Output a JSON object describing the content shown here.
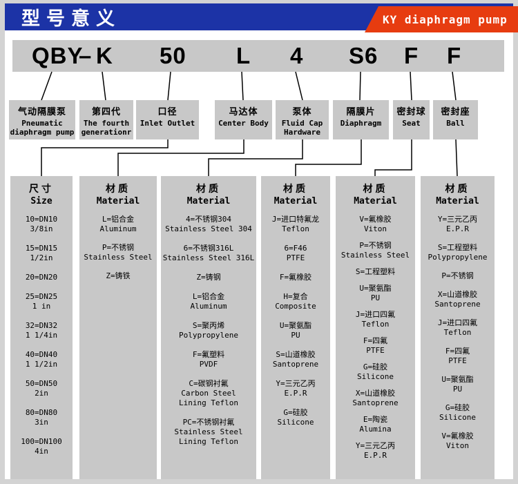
{
  "header": {
    "title": "型号意义",
    "banner": "KY diaphragm pump"
  },
  "colors": {
    "header_bar": "#1c33a6",
    "banner": "#e73c10",
    "panel_gray": "#c8c8c8",
    "text": "#000000"
  },
  "model": {
    "segments": [
      "QBY",
      "–",
      "K",
      "50",
      "L",
      "4",
      "S6",
      "F",
      "F"
    ]
  },
  "labels": [
    {
      "cn": "气动隔膜泵",
      "en": [
        "Pneumatic",
        "diaphragm pump"
      ]
    },
    {
      "cn": "第四代",
      "en": [
        "The fourth",
        "generationr"
      ]
    },
    {
      "cn": "口径",
      "en": [
        "Inlet Outlet"
      ]
    },
    {
      "cn": "马达体",
      "en": [
        "Center Body"
      ]
    },
    {
      "cn": "泵体",
      "en": [
        "Fluid Cap",
        "Hardware"
      ]
    },
    {
      "cn": "隔膜片",
      "en": [
        "Diaphragm"
      ]
    },
    {
      "cn": "密封球",
      "en": [
        "Seat"
      ]
    },
    {
      "cn": "密封座",
      "en": [
        "Ball"
      ]
    }
  ],
  "columns": [
    {
      "header": {
        "cn": "尺寸",
        "en": "Size"
      },
      "items": [
        [
          "10=DN10",
          "3/8in"
        ],
        [
          "15=DN15",
          "1/2in"
        ],
        [
          "20=DN20"
        ],
        [
          "25=DN25",
          "1 in"
        ],
        [
          "32=DN32",
          "1 1/4in"
        ],
        [
          "40=DN40",
          "1 1/2in"
        ],
        [
          "50=DN50",
          "2in"
        ],
        [
          "80=DN80",
          "3in"
        ],
        [
          "100=DN100",
          "4in"
        ]
      ]
    },
    {
      "header": {
        "cn": "材质",
        "en": "Material"
      },
      "items": [
        [
          "L=铝合金",
          "Aluminum"
        ],
        [
          "P=不锈钢",
          "Stainless Steel"
        ],
        [
          "Z=铸铁"
        ]
      ]
    },
    {
      "header": {
        "cn": "材质",
        "en": "Material"
      },
      "items": [
        [
          "4=不锈钢304",
          "Stainless Steel 304"
        ],
        [
          "6=不锈钢316L",
          "Stainless Steel 316L"
        ],
        [
          "Z=铸钢"
        ],
        [
          "L=铝合金",
          "Aluminum"
        ],
        [
          "S=聚丙烯",
          "Polypropylene"
        ],
        [
          "F=氟塑料",
          "PVDF"
        ],
        [
          "C=碳钢衬氟",
          "Carbon Steel",
          "Lining Teflon"
        ],
        [
          "PC=不锈钢衬氟",
          "Stainless Steel",
          "Lining Teflon"
        ]
      ]
    },
    {
      "header": {
        "cn": "材质",
        "en": "Material"
      },
      "items": [
        [
          "J=进口特氟龙",
          "Teflon"
        ],
        [
          "6=F46",
          "PTFE"
        ],
        [
          "F=氟橡胶"
        ],
        [
          "H=复合",
          "Composite"
        ],
        [
          "U=聚氨酯",
          "PU"
        ],
        [
          "S=山道橡胶",
          "Santoprene"
        ],
        [
          "Y=三元乙丙",
          "E.P.R"
        ],
        [
          "G=硅胶",
          "Silicone"
        ]
      ]
    },
    {
      "header": {
        "cn": "材质",
        "en": "Material"
      },
      "items": [
        [
          "V=氟橡胶",
          "Viton"
        ],
        [
          "P=不锈钢",
          "Stainless Steel"
        ],
        [
          "S=工程塑料"
        ],
        [
          "U=聚氨酯",
          "PU"
        ],
        [
          "J=进口四氟",
          "Teflon"
        ],
        [
          "F=四氟",
          "PTFE"
        ],
        [
          "G=硅胶",
          "Silicone"
        ],
        [
          "X=山道橡胶",
          "Santoprene"
        ],
        [
          "E=陶瓷",
          "Alumina"
        ],
        [
          "Y=三元乙丙",
          "E.P.R"
        ]
      ]
    },
    {
      "header": {
        "cn": "材质",
        "en": "Material"
      },
      "items": [
        [
          "Y=三元乙丙",
          "E.P.R"
        ],
        [
          "S=工程塑料",
          "Polypropylene"
        ],
        [
          "P=不锈钢"
        ],
        [
          "X=山道橡胶",
          "Santoprene"
        ],
        [
          "J=进口四氟",
          "Teflon"
        ],
        [
          "F=四氟",
          "PTFE"
        ],
        [
          "U=聚氨酯",
          "PU"
        ],
        [
          "G=硅胶",
          "Silicone"
        ],
        [
          "V=氟橡胶",
          "Viton"
        ]
      ]
    }
  ]
}
